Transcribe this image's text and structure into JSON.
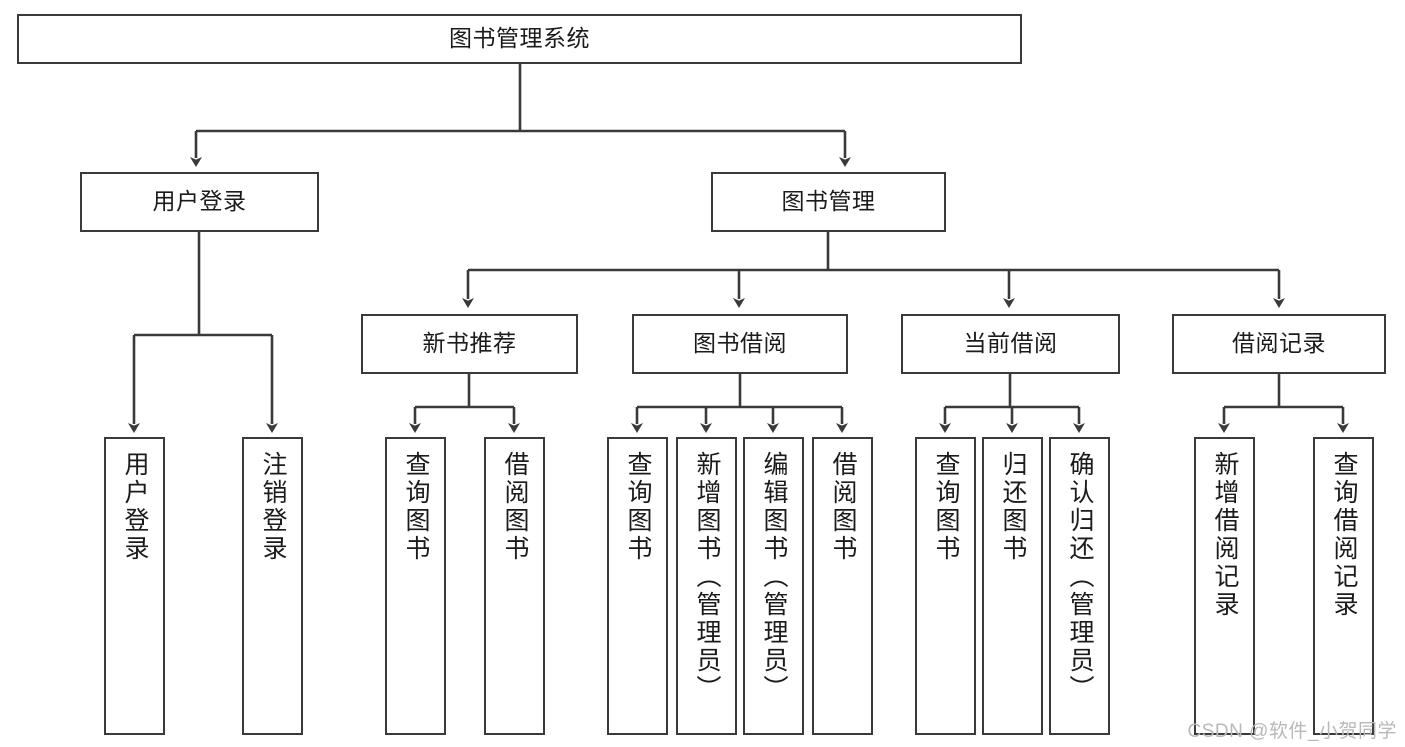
{
  "diagram": {
    "type": "tree-hierarchy",
    "title": "图书管理系统",
    "watermark": "CSDN @软件_小贺同学",
    "colors": {
      "stroke": "#3a3a3a",
      "fill": "#ffffff",
      "text": "#1b1b1b",
      "watermark": "#b9b9b9"
    },
    "root": {
      "label": "图书管理系统"
    },
    "level2": [
      {
        "label": "用户登录"
      },
      {
        "label": "图书管理"
      }
    ],
    "level3": [
      {
        "label": "新书推荐"
      },
      {
        "label": "图书借阅"
      },
      {
        "label": "当前借阅"
      },
      {
        "label": "借阅记录"
      }
    ],
    "leaves": {
      "user_login": [
        {
          "label": "用户登录"
        },
        {
          "label": "注销登录"
        }
      ],
      "new_book_recommend": [
        {
          "label": "查询图书"
        },
        {
          "label": "借阅图书"
        }
      ],
      "book_borrow": [
        {
          "label": "查询图书"
        },
        {
          "label": "新增图书（管理员）"
        },
        {
          "label": "编辑图书（管理员）"
        },
        {
          "label": "借阅图书"
        }
      ],
      "current_borrow": [
        {
          "label": "查询图书"
        },
        {
          "label": "归还图书"
        },
        {
          "label": "确认归还（管理员）"
        }
      ],
      "borrow_record": [
        {
          "label": "新增借阅记录"
        },
        {
          "label": "查询借阅记录"
        }
      ]
    }
  }
}
